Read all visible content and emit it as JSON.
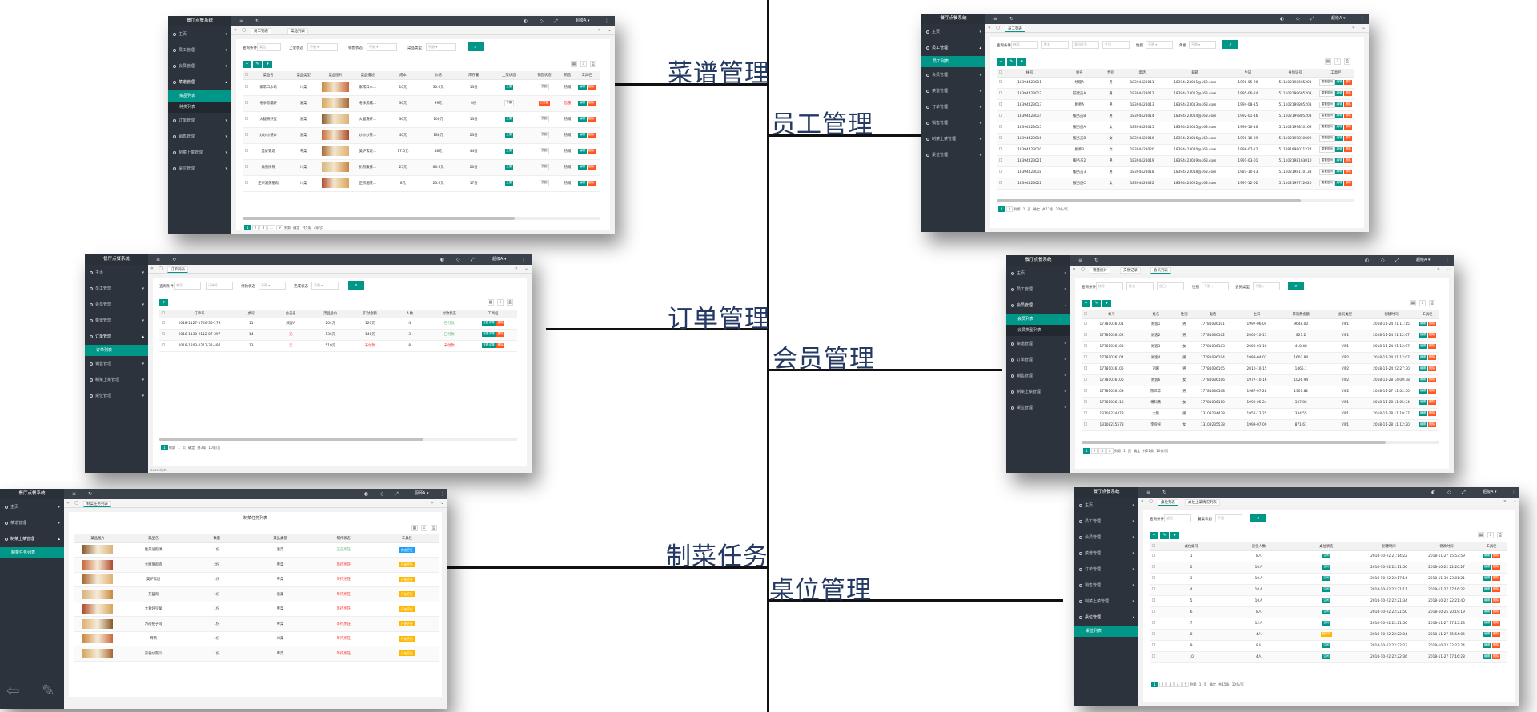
{
  "labels": {
    "recipe": "菜谱管理",
    "employee": "员工管理",
    "order": "订单管理",
    "member": "会员管理",
    "cooking": "制菜任务",
    "table": "桌位管理"
  },
  "app": {
    "brand": "餐厅点餐系统",
    "user_admin": "超级A",
    "user_chef": "厨师A",
    "query_label": "查询条件"
  },
  "menu": {
    "home": "主页",
    "employee": "员工管理",
    "member": "会员管理",
    "dish": "菜谱管理",
    "order": "订单管理",
    "sales": "销售管理",
    "cooking": "制菜上菜管理",
    "table": "桌位管理",
    "sub_dish_list": "菜品列表",
    "sub_dish_type": "种类列表",
    "sub_emp_list": "员工列表",
    "sub_member_list": "会员列表",
    "sub_member_type": "会员类型列表",
    "sub_order_list": "订单列表",
    "sub_cook_list": "制菜任务列表",
    "sub_table_list": "桌位列表"
  },
  "recipe_win": {
    "tabs": [
      "员工列表",
      "菜品列表"
    ],
    "filters": [
      "上架状态",
      "销售状态",
      "菜品类型"
    ],
    "placeholder": "菜品",
    "headers": [
      "菜品名",
      "菜品类型",
      "菜品图片",
      "菜品描述",
      "成本",
      "价格",
      "库存量",
      "上架状态",
      "销售状态",
      "销售",
      "工具栏"
    ],
    "rows": [
      [
        "家常口水鸡",
        "川菜",
        "家常口水...",
        "10元",
        "30.0元",
        "13份",
        "上架",
        "热销"
      ],
      [
        "冬季黑糯虾",
        "湘菜",
        "冬季黑糯...",
        "30元",
        "99元",
        "0份",
        "下架",
        "已售罄"
      ],
      [
        "火腿滑虾蛋",
        "浙菜",
        "火腿滑虾...",
        "30元",
        "100元",
        "13份",
        "上架",
        "热销"
      ],
      [
        "炒炒炒蒸炒",
        "浙菜",
        "炒炒炒蒸...",
        "40元",
        "188元",
        "23份",
        "上架",
        "热销"
      ],
      [
        "美炉玄烧",
        "粤菜",
        "美炉玄烧...",
        "17.5元",
        "48元",
        "44份",
        "上架",
        "热销"
      ],
      [
        "嫩煎排骨",
        "川菜",
        "扒煎嫩排...",
        "25元",
        "66.6元",
        "20份",
        "上架",
        "热销"
      ],
      [
        "正宗湘蒸猪肉",
        "川菜",
        "正宗湘蒸...",
        "8元",
        "23.6元",
        "17份",
        "上架",
        "热销"
      ]
    ],
    "pager": [
      "1",
      "2",
      "3",
      "...",
      "9",
      "到第",
      "确定",
      "共5条",
      "7条/页"
    ]
  },
  "employee_win": {
    "tab": "员工列表",
    "filters": [
      "性别",
      "角色"
    ],
    "placeholders": [
      "帐号",
      "姓名",
      "身份证号",
      "生日"
    ],
    "headers": [
      "帐号",
      "姓名",
      "性别",
      "电话",
      "邮箱",
      "生日",
      "身份证号",
      "工具栏"
    ],
    "rows": [
      [
        "18394423011",
        "经理A",
        "男",
        "18394423011",
        "18394423011@163.com",
        "1998-05-20",
        "511102198605203"
      ],
      [
        "18394423012",
        "前营员A",
        "男",
        "18394423012",
        "18394423012@163.com",
        "1995-06-24",
        "511102199605203"
      ],
      [
        "18394423013",
        "厨师A",
        "男",
        "18394423013",
        "18394423013@163.com",
        "1994-08-15",
        "511102199805203"
      ],
      [
        "18394423014",
        "服务员B",
        "男",
        "18394423014",
        "18394423014@163.com",
        "1992-01-16",
        "511102199805203"
      ],
      [
        "18394423015",
        "服务员A",
        "女",
        "18394423015",
        "18394423015@163.com",
        "1996-10-16",
        "511102199810169"
      ],
      [
        "18394423016",
        "服务员B",
        "女",
        "18394423016",
        "18394423016@163.com",
        "1998-10-09",
        "511102199810009"
      ],
      [
        "18394423020",
        "厨师B",
        "女",
        "18394423020",
        "18394423020@163.com",
        "1998-07-12",
        "511081998071224"
      ],
      [
        "18394423021",
        "服务员2",
        "男",
        "18394423019",
        "18394423019@163.com",
        "1991-03-01",
        "511102198103010"
      ],
      [
        "18394423018",
        "服务员3",
        "男",
        "18394423018",
        "18394423018@163.com",
        "1981-10-13",
        "511102198110133"
      ],
      [
        "18394423022",
        "服务员C",
        "女",
        "18394423022",
        "18394423022@163.com",
        "1997-12-02",
        "511102199712020"
      ]
    ],
    "pager": [
      "1",
      "2",
      "到第",
      "1",
      "页",
      "确定",
      "共12条",
      "10条/页"
    ],
    "tool_reset": "重置密码"
  },
  "order_win": {
    "tab": "订单列表",
    "filters": [
      "付款状态",
      "完成状态"
    ],
    "placeholders": [
      "单号",
      "订单号"
    ],
    "headers": [
      "订单号",
      "桌号",
      "会员名",
      "菜品总价",
      "实付金额",
      "人数",
      "付款状态",
      "工具栏"
    ],
    "rows": [
      [
        "2018-1127-1746-36-179",
        "11",
        "顾客A",
        "204元",
        "120元",
        "4",
        "已付款"
      ],
      [
        "2018-1130-2112-07-397",
        "14",
        "无",
        "136元",
        "140元",
        "3",
        "已付款"
      ],
      [
        "2018-1203-2212-32-497",
        "13",
        "无",
        "510元",
        "未付款",
        "8",
        "未付款"
      ]
    ],
    "tools": [
      "查看详情",
      "删除"
    ],
    "pager": [
      "1",
      "到第",
      "1",
      "页",
      "确定",
      "共3条",
      "10条/页"
    ],
    "status_url": "javascript:;"
  },
  "member_win": {
    "tabs": [
      "销量统计",
      "交易记录",
      "会员列表"
    ],
    "filters": [
      "性别",
      "会员类型"
    ],
    "placeholders": [
      "帐号",
      "姓名",
      "生日"
    ],
    "headers": [
      "帐号",
      "姓名",
      "性别",
      "电话",
      "生日",
      "累消费金额",
      "会员类型",
      "创建时间",
      "工具栏"
    ],
    "rows": [
      [
        "17781036101",
        "顾客1",
        "男",
        "17781036101",
        "1997-06-04",
        "9648.00",
        "VIP1",
        "2018-11-24 21:11:15"
      ],
      [
        "17781036102",
        "顾客2",
        "男",
        "17781036102",
        "2000-10-15",
        "827.2",
        "VIP1",
        "2018-11-24 21:12:07"
      ],
      [
        "17781036103",
        "顾客3",
        "女",
        "17781036103",
        "2000-01-16",
        "418.48",
        "VIP1",
        "2018-11-24 21:12:07"
      ],
      [
        "17781036104",
        "顾客4",
        "男",
        "17781036104",
        "1999-04-01",
        "1607.84",
        "VIP2",
        "2018-11-24 21:12:07"
      ],
      [
        "17781036105",
        "刘麻",
        "男",
        "17781036105",
        "2010-10-15",
        "1465.1",
        "VIP2",
        "2018-11-24 22:27:30"
      ],
      [
        "17781036106",
        "顾客6",
        "女",
        "17781036106",
        "1977-10-16",
        "1026.94",
        "VIP2",
        "2018-11-28 14:00:38"
      ],
      [
        "17781036108",
        "陈三丰",
        "男",
        "17781036108",
        "1987-07-28",
        "1301.82",
        "VIP2",
        "2018-11-27 11:02:50"
      ],
      [
        "17781036110",
        "傅科勇",
        "女",
        "17781036110",
        "1990-05-24",
        "337.86",
        "VIP1",
        "2018-11-28 11:05:34"
      ],
      [
        "13108234478",
        "大熊",
        "男",
        "13108234478",
        "1952-12-25",
        "334.55",
        "VIP1",
        "2018-11-28 11:10:37"
      ],
      [
        "13108235578",
        "李良民",
        "女",
        "13108235578",
        "1999-07-09",
        "871.61",
        "VIP1",
        "2018-11-28 11:12:20"
      ]
    ],
    "pager": [
      "1",
      "2",
      "3",
      "4",
      "到第",
      "1",
      "页",
      "确定",
      "共21条",
      "10条/页"
    ]
  },
  "cook_win": {
    "tab": "制菜任务列表",
    "title": "制菜任务列表",
    "headers": [
      "菜品图片",
      "菜品名",
      "数量",
      "菜品类型",
      "制作状态",
      "工具栏"
    ],
    "rows": [
      [
        "姑苏滷煎饼",
        "1份",
        "浙菜",
        "正在烹饪",
        "完成烹饪"
      ],
      [
        "大厨蒸肉鸡",
        "2份",
        "粤菜",
        "等待烹饪",
        "开始烹饪"
      ],
      [
        "美炉玄烧",
        "1份",
        "粤菜",
        "等待烹饪",
        "开始烹饪"
      ],
      [
        "芥蓝肉",
        "1份",
        "浙菜",
        "等待烹饪",
        "开始烹饪"
      ],
      [
        "大骨炖豆腐",
        "1份",
        "粤菜",
        "等待烹饪",
        "开始烹饪"
      ],
      [
        "济南把子肉",
        "1份",
        "粤菜",
        "等待烹饪",
        "开始烹饪"
      ],
      [
        "烤鸭",
        "1份",
        "川菜",
        "等待烹饪",
        "开始烹饪"
      ],
      [
        "蒜香炒南瓜",
        "1份",
        "粤菜",
        "等待烹饪",
        "开始烹饪"
      ]
    ]
  },
  "table_win": {
    "tabs": [
      "桌位列表",
      "桌位上菜情况列表"
    ],
    "filters": [
      "餐桌状态"
    ],
    "placeholder": "桌位",
    "headers": [
      "桌位编号",
      "座位人数",
      "桌位状态",
      "创建时间",
      "修改时间",
      "工具栏"
    ],
    "rows": [
      [
        "1",
        "8人",
        "空闲",
        "2018-10-22 21:14:22",
        "2018-11-27 15:53:59"
      ],
      [
        "2",
        "10人",
        "空闲",
        "2018-10-22 22:11:56",
        "2018-10-22 22:20:27"
      ],
      [
        "3",
        "10人",
        "空闲",
        "2018-10-22 22:17:14",
        "2018-11-30 23:01:21"
      ],
      [
        "4",
        "10人",
        "空闲",
        "2018-10-22 22:21:11",
        "2018-11-27 17:16:22"
      ],
      [
        "5",
        "10人",
        "空闲",
        "2018-10-22 22:21:34",
        "2018-10-22 22:21:40"
      ],
      [
        "6",
        "8人",
        "空闲",
        "2018-10-22 22:21:50",
        "2018-10-25 20:19:19"
      ],
      [
        "7",
        "12人",
        "空闲",
        "2018-10-22 22:21:56",
        "2018-11-27 17:15:23"
      ],
      [
        "8",
        "4人",
        "使用中",
        "2018-10-22 22:22:04",
        "2018-11-27 15:54:06"
      ],
      [
        "9",
        "8人",
        "空闲",
        "2018-10-22 22:22:23",
        "2018-10-22 22:22:24"
      ],
      [
        "10",
        "4人",
        "空闲",
        "2018-10-22 22:22:36",
        "2018-11-27 17:16:28"
      ]
    ],
    "pager": [
      "1",
      "2",
      "3",
      "4",
      "5",
      "到第",
      "1",
      "页",
      "确定",
      "共15条",
      "10条/页"
    ]
  },
  "colors": {
    "accent": "#009688",
    "danger": "#ff5722",
    "warn": "#ffb800",
    "info": "#1e9fff",
    "sidebar": "#2c333c",
    "label": "#243a63"
  },
  "icons": {
    "search": "search-icon",
    "add": "plus-icon",
    "edit": "pencil-icon",
    "delete": "trash-icon",
    "menu": "hamburger-icon",
    "refresh": "refresh-icon"
  }
}
